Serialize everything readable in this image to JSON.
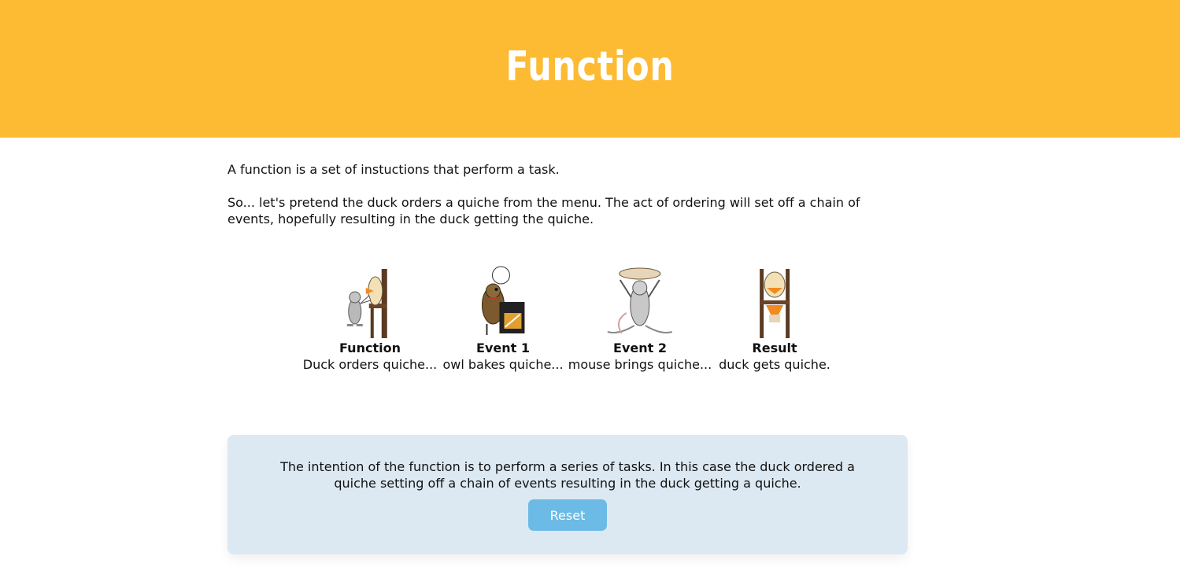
{
  "header": {
    "title": "Function"
  },
  "intro": {
    "line1": "A function is a set of instuctions that perform a task.",
    "line2": "So... let's pretend the duck orders a quiche from the menu. The act of ordering will set off a chain of events, hopefully resulting in the duck getting the quiche."
  },
  "steps": [
    {
      "title": "Function",
      "desc": "Duck orders quiche...",
      "icon": "duck-ordering-icon"
    },
    {
      "title": "Event 1",
      "desc": "owl bakes quiche...",
      "icon": "owl-baking-icon"
    },
    {
      "title": "Event 2",
      "desc": "mouse brings quiche...",
      "icon": "mouse-serving-icon"
    },
    {
      "title": "Result",
      "desc": "duck gets quiche.",
      "icon": "duck-eating-icon"
    }
  ],
  "summary": {
    "text": "The intention of the function is to perform a series of tasks. In this case the duck ordered a quiche setting off a chain of events resulting in the duck getting a quiche.",
    "reset_label": "Reset"
  },
  "colors": {
    "header_bg": "#fdbb33",
    "summary_bg": "#dde9f2",
    "button_bg": "#6bbbe6"
  }
}
